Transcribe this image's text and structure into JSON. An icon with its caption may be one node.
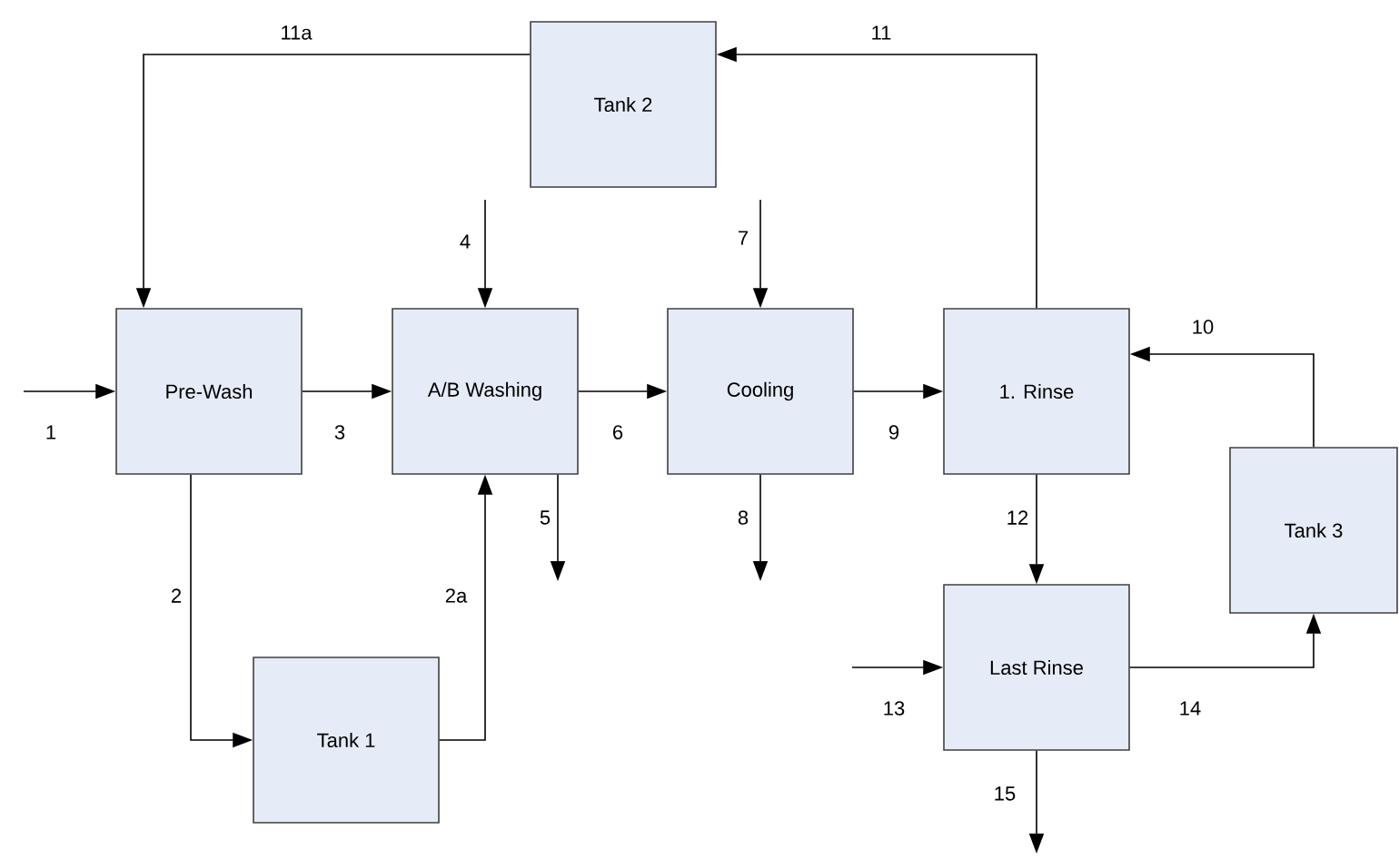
{
  "diagram": {
    "nodes": [
      {
        "text": [
          "Tank 2"
        ]
      },
      {
        "text": [
          "Pre-Wash"
        ]
      },
      {
        "text": [
          "A/B Washing"
        ]
      },
      {
        "text": [
          "Cooling"
        ]
      },
      {
        "text": [
          "1. Rinse"
        ]
      },
      {
        "text": [
          "Tank 3"
        ]
      },
      {
        "text": [
          "Last Rinse"
        ]
      },
      {
        "text": [
          "Tank 1"
        ]
      }
    ],
    "edges": [
      {
        "from": null,
        "to": 1,
        "arrow": "to",
        "label": "1"
      },
      {
        "from": 1,
        "to": 2,
        "arrow": "to",
        "label": "3"
      },
      {
        "from": 1,
        "to": 7,
        "arrow": "to",
        "label": "2"
      },
      {
        "from": 7,
        "to": 2,
        "arrow": "to",
        "label": "2a"
      },
      {
        "from": null,
        "to": 2,
        "arrow": "to",
        "label": "4"
      },
      {
        "from": 2,
        "to": null,
        "arrow": "to",
        "label": "5"
      },
      {
        "from": 2,
        "to": 3,
        "arrow": "to",
        "label": "6"
      },
      {
        "from": null,
        "to": 3,
        "arrow": "to",
        "label": "7"
      },
      {
        "from": 3,
        "to": null,
        "arrow": "to",
        "label": "8"
      },
      {
        "from": 3,
        "to": 4,
        "arrow": "to",
        "label": "9"
      },
      {
        "from": 4,
        "to": 0,
        "arrow": "to",
        "label": "11"
      },
      {
        "from": 0,
        "to": 1,
        "arrow": "to",
        "label": "11a"
      },
      {
        "from": 5,
        "to": 4,
        "arrow": "to",
        "label": "10"
      },
      {
        "from": 4,
        "to": 6,
        "arrow": "to",
        "label": "12"
      },
      {
        "from": null,
        "to": 6,
        "arrow": "to",
        "label": "13"
      },
      {
        "from": 6,
        "to": 5,
        "arrow": "to",
        "label": "14"
      },
      {
        "from": 6,
        "to": null,
        "arrow": "to",
        "label": "15"
      }
    ]
  }
}
